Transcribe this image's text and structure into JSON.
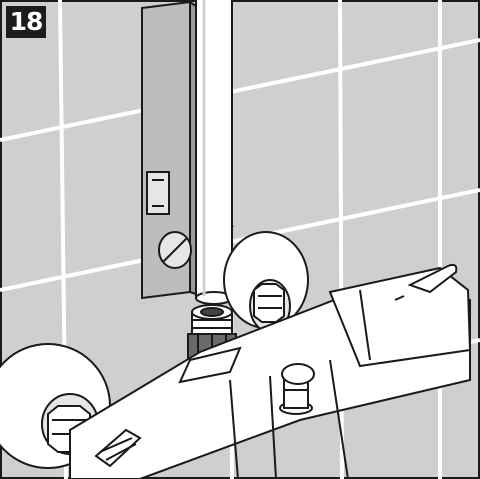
{
  "step": {
    "number": "18"
  },
  "colors": {
    "tile": "#cfcfcf",
    "grout": "#ffffff",
    "metal": "#ffffff",
    "outline": "#1a1a1a",
    "bracket": "#bdbdbd",
    "badge": "#1c1c1c"
  },
  "icons": {
    "arrow": "down-arrow-icon",
    "pipe": "riser-pipe",
    "bracket": "wall-slide-bracket",
    "mixer": "thermostatic-bath-mixer",
    "connector": "threaded-connector"
  }
}
